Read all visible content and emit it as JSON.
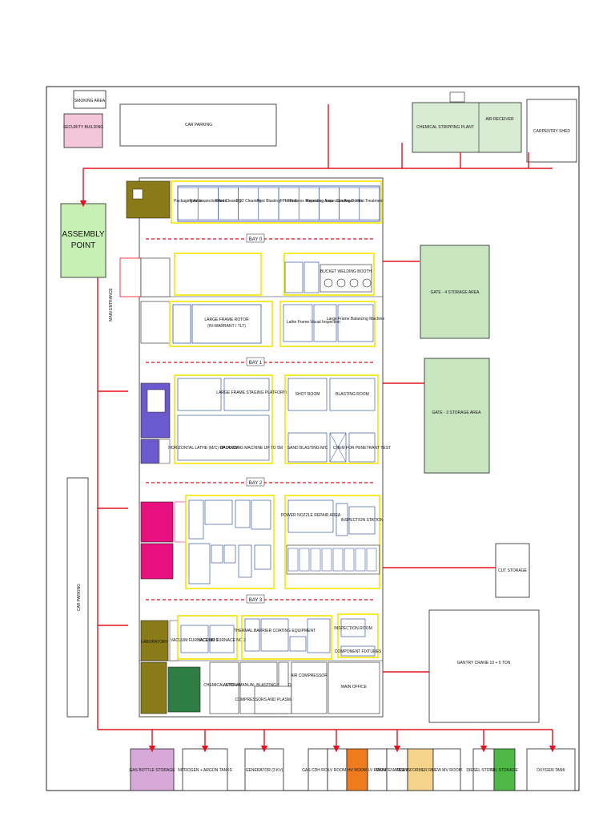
{
  "labels": {
    "smoking_area": "SMOKING AREA",
    "security_building": "SECURITY BUILDING",
    "car_parking_top": "CAR PARKING",
    "car_parking_left": "CAR PARKING",
    "assembly_point": "ASSEMBLY POINT",
    "chemical_stripping": "CHEMICAL STRIPPING PLANT",
    "carpentry_shed": "CARPENTRY SHED",
    "air_receiver_block": "AIR RECEIVER",
    "gate4": "GATE - 4 STORAGE AREA",
    "gate3": "GATE - 3 STORAGE AREA",
    "cut_storage": "CUT STORAGE",
    "gantry_crane": "GANTRY CRANE 10 + 5 TON",
    "main_entrance": "MAIN ENTRANCE",
    "bay0": "BAY 0",
    "bay1": "BAY 1",
    "bay2": "BAY 2",
    "bay3": "BAY 3",
    "bucket_welding": "BUCKET WELDING BOOTH",
    "large_frame_rotor": "LARGE FRAME ROTOR",
    "large_frame_sub": "(IN-WARRANT / TLT)",
    "latheline": "Lathe Frame",
    "visual_inspection": "Visual Inspection",
    "large_frame_balancing": "Large Frame Balancing Machine",
    "shot_room": "SHOT ROOM",
    "blasting_room": "BLASTING ROOM",
    "sand_blasting": "SAND BLASTING M/C",
    "chem_penetrant": "CHEM FOR PENETRANT TEST",
    "horizontal_lathe": "HORIZONTAL LATHE (M/C) UP TO 5M",
    "balancing_machine": "BALANCING MACHINE UP TO 5M",
    "large_frame_stand": "LARGE FRAME STAGING PLATFORM",
    "power_nozzle": "POWER NOZZLE REPAIR AREA",
    "inspection_station": "INSPECTION STATION",
    "inspection_room": "INSPECTION ROOM",
    "component_fixtures": "COMPONENT FIXTURES",
    "vacuum_furnace1": "VACUUM FURNACE NO 1",
    "vacuum_furnace2": "VACUUM FURNACE NO 2",
    "thermal_barrier": "THERMAL BARRIER COATING EQUIPMENT",
    "chemical_storage": "CHEMICAL STORAGE",
    "auto_manual": "AUTO + MANUAL BLASTING STATION",
    "compressors": "COMPRESSORS AND PLASMA CHILLER",
    "air_compressor": "AIR COMPRESSOR",
    "main_office": "MAIN OFFICE",
    "laboratory": "LABORATORY",
    "gas_bottle": "GAS BOTTLE STORAGE",
    "nitrogen_argon": "NITROGEN + ARGON TANKS",
    "generator": "GENERATOR (3 KV)",
    "gas_room": "GAS CDH ROOM",
    "lv_room": "LV ROOM",
    "hv_room": "HV ROOM",
    "lv_room2": "LV ROOM",
    "maint_room": "MAINTENANCE ROOM",
    "transformer": "TRANSFORMER ROOM 2",
    "new_mv": "NEW MV ROOM",
    "diesel_storage": "DIESEL STORAGE",
    "oil_storage": "OIL STORAGE",
    "oxygen_tank": "OXYGEN TANK",
    "bay0_cells": [
      "Packaging Area",
      "Final Inspection Area",
      "Blast Cleaning",
      "CO2 Cleaning",
      "Post Blasting",
      "FPI Booth",
      "In-Process Inspection Area",
      "Receiving Inspection Area",
      "Coating Booth",
      "Heat Treatment"
    ]
  },
  "colors": {
    "route": "#e8101e",
    "wall": "#1f3f99",
    "zone": "#f3e600",
    "storage": "#c7e6c0",
    "security": "#f2c6d8",
    "assembly": "#c7f0b4",
    "magenta": "#e8107e",
    "olive": "#8a7a18",
    "purple": "#6a5acd",
    "orange": "#ef7b1f",
    "gas_bottle": "#d7a9d9",
    "oil_green": "#4fb948",
    "transformer_yellow": "#f6d38a"
  }
}
